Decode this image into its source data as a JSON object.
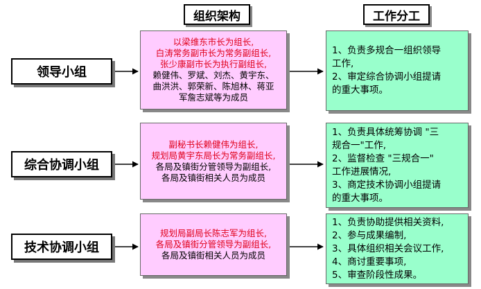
{
  "headers": {
    "org_structure": "组织架构",
    "division_of_work": "工作分工"
  },
  "groups": [
    {
      "name": "领导小组",
      "org_lines": [
        {
          "text": "以梁维东市长为组长,",
          "color": "red"
        },
        {
          "text": "白涛常务副市长为常务副组长,",
          "color": "red"
        },
        {
          "text": "张少康副市长为执行副组长,",
          "color": "red"
        },
        {
          "text": "赖健伟、罗斌、刘杰、黄宇东、",
          "color": "black"
        },
        {
          "text": "曲洪洪、郭荣新、陈旭林、蒋亚",
          "color": "black"
        },
        {
          "text": "军詹志斌等为成员",
          "color": "black"
        }
      ],
      "task_lines": [
        "1、负责多规合一组织领导",
        "工作,",
        "2、审定综合协调小组提请",
        "的重大事项。"
      ]
    },
    {
      "name": "综合协调小组",
      "org_lines": [
        {
          "text": "副秘书长赖健伟为组长,",
          "color": "red"
        },
        {
          "text": "规划局黄宇东局长为常务副组长,",
          "color": "red"
        },
        {
          "text": "各局及镇街分管领导为副组长,",
          "color": "black"
        },
        {
          "text": "各局及镇街相关人员为成员",
          "color": "black"
        }
      ],
      "task_lines": [
        "1、负责具体统筹协调 \"三",
        "规合一\"工作,",
        "2、监督检查  \"三规合一\"",
        "工作进展情况,",
        "3、商定技术协调小组提请",
        "的重大事项。"
      ]
    },
    {
      "name": "技术协调小组",
      "org_lines": [
        {
          "text": "规划局副局长陈志军为组长,",
          "color": "red"
        },
        {
          "text": "各局及镇街分管领导为副组长,",
          "color": "red"
        },
        {
          "text": "各局及镇街相关人员为成员",
          "color": "black"
        }
      ],
      "task_lines": [
        "1、负责协助提供相关资料,",
        "2、参与成果编制,",
        "3、具体组织相关会议工作,",
        "4、商讨重要事项,",
        "5、审查阶段性成果。"
      ]
    }
  ],
  "colors": {
    "org_box": "#ffccff",
    "task_box": "#99ffcc",
    "red_text": "#e0001b"
  }
}
